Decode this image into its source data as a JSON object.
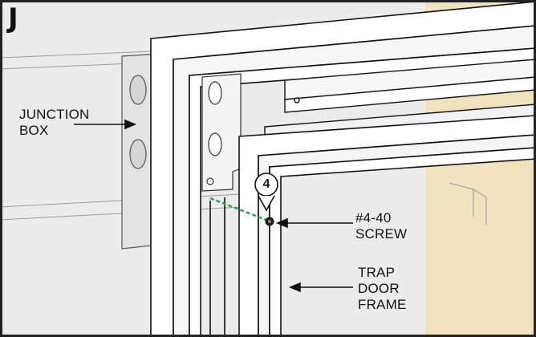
{
  "figure": {
    "step_letter": "J",
    "callout_number": "4",
    "labels": {
      "junction_box": [
        "JUNCTION",
        "BOX"
      ],
      "screw": [
        "#4-40",
        "SCREW"
      ],
      "trap_door_frame": [
        "TRAP",
        "DOOR",
        "FRAME"
      ]
    },
    "colors": {
      "wall": "#ececec",
      "stud_wood": "#f2e3c0",
      "frame_line": "#111111",
      "screw_path": "#2e9e5a",
      "border": "#222222"
    }
  }
}
